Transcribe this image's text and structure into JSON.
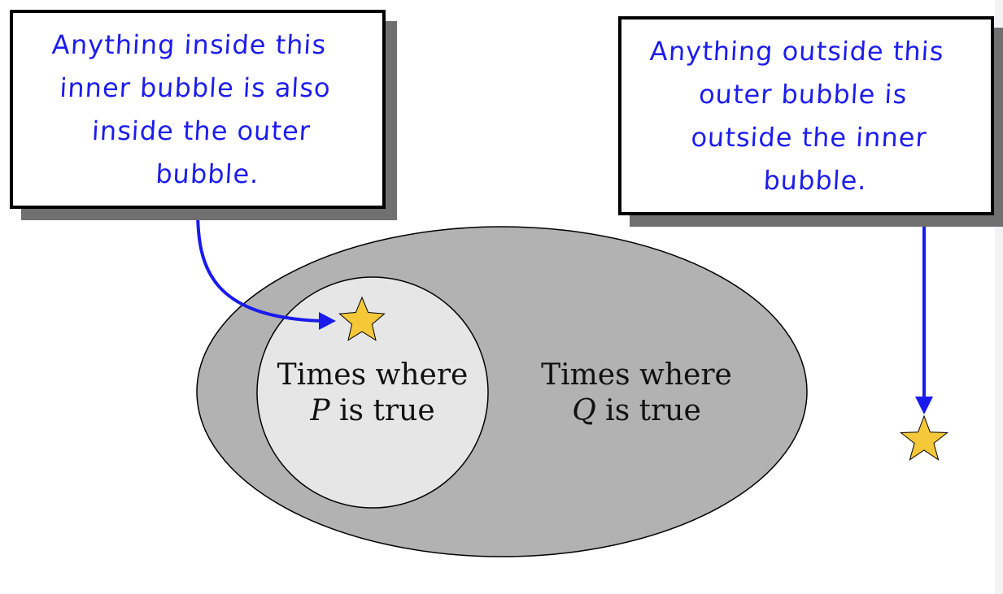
{
  "callouts": {
    "inner": {
      "lines": [
        "Anything inside this",
        "inner bubble is also",
        "inside the outer",
        "bubble."
      ]
    },
    "outer": {
      "lines": [
        "Anything outside this",
        "outer bubble is",
        "outside the inner",
        "bubble."
      ]
    }
  },
  "regions": {
    "inner": {
      "line1": "Times where",
      "variable": "P",
      "rest": " is true"
    },
    "outer": {
      "line1": "Times where",
      "variable": "Q",
      "rest": " is true"
    }
  },
  "colors": {
    "outer_bubble": "#b2b2b2",
    "inner_bubble": "#e6e6e6",
    "arrow": "#1a1aee",
    "star": "#f5c83a",
    "callout_text": "#1c1cee",
    "shadow": "#707070"
  },
  "icons": {
    "inner_marker": "star-icon",
    "outer_marker": "star-icon"
  }
}
